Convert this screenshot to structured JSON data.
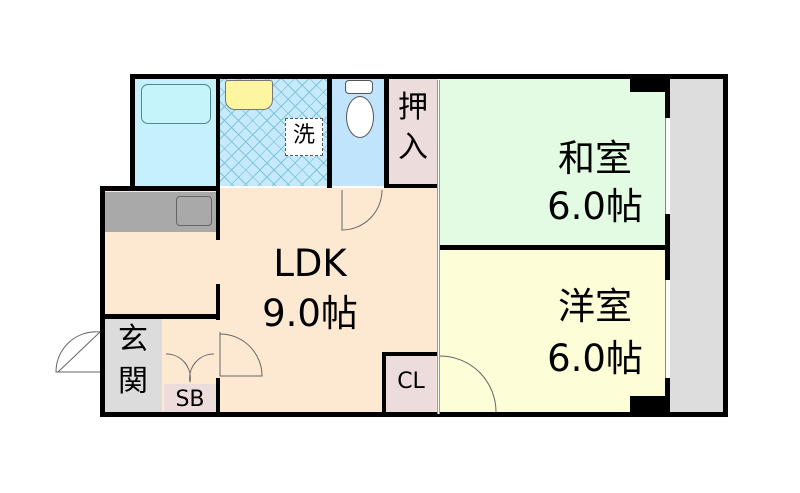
{
  "floor_plan": {
    "rooms": {
      "washroom": {
        "label": "洗"
      },
      "closet_oshiire": {
        "label_line1": "押",
        "label_line2": "入"
      },
      "washitsu": {
        "label": "和室",
        "size": "6.0帖"
      },
      "yoshitsu": {
        "label": "洋室",
        "size": "6.0帖"
      },
      "ldk": {
        "label": "LDK",
        "size": "9.0帖"
      },
      "genkan": {
        "label_line1": "玄",
        "label_line2": "関"
      },
      "shoe_box": {
        "label": "SB"
      },
      "closet": {
        "label": "CL"
      }
    },
    "colors": {
      "wall": "#000000",
      "bath": "#c6f4fb",
      "washroom": "#c6eafc",
      "toilet": "#bfe4fb",
      "oshiire": "#eddcdc",
      "washitsu": "#e2fbe2",
      "yoshitsu": "#fdfdd8",
      "ldk": "#fde8d2",
      "kitchen_counter": "#a9a9a9",
      "genkan": "#dcdcdc",
      "balcony": "#dddddd",
      "sink": "#fdf5a0"
    }
  }
}
